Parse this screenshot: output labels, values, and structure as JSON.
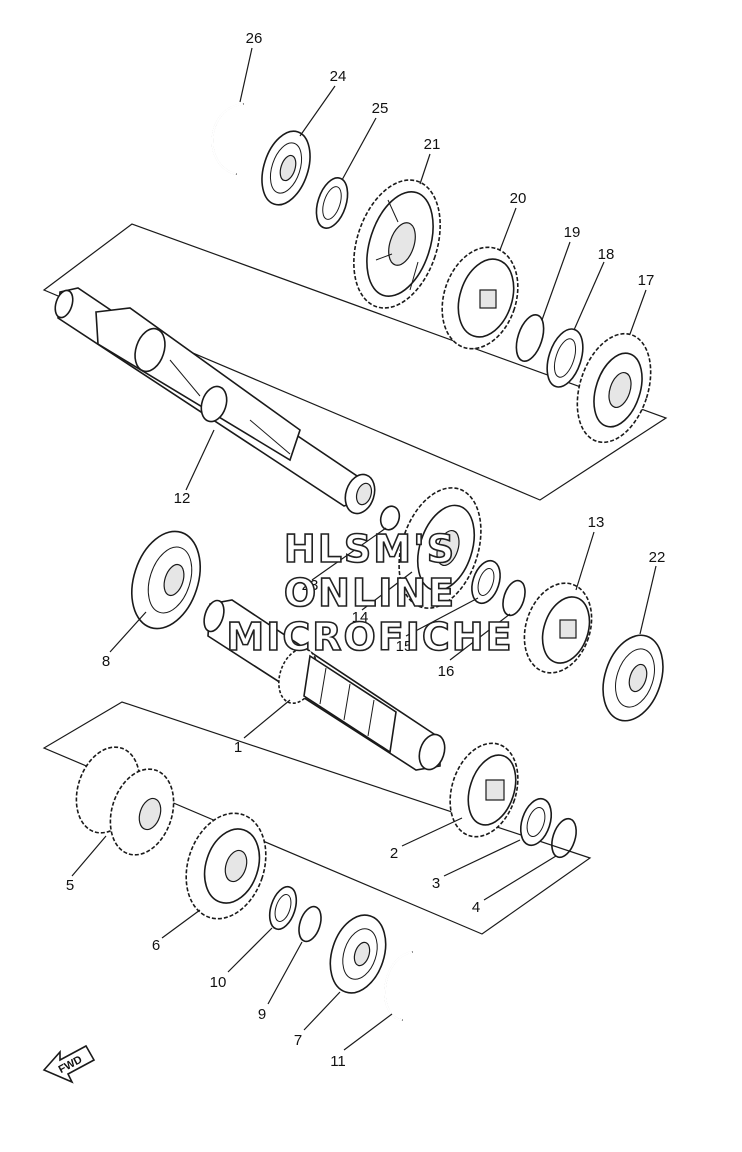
{
  "diagram": {
    "part_labels": [
      "26",
      "24",
      "25",
      "21",
      "20",
      "19",
      "18",
      "17",
      "12",
      "23",
      "14",
      "15",
      "16",
      "13",
      "22",
      "8",
      "1",
      "2",
      "3",
      "4",
      "5",
      "6",
      "10",
      "9",
      "7",
      "11"
    ],
    "watermark": [
      "HLSM'S",
      "ONLINE",
      "MICROFICHE"
    ],
    "fwd_badge": "FWD"
  },
  "colors": {
    "ink": "#1a1a1a",
    "paper": "#ffffff"
  }
}
